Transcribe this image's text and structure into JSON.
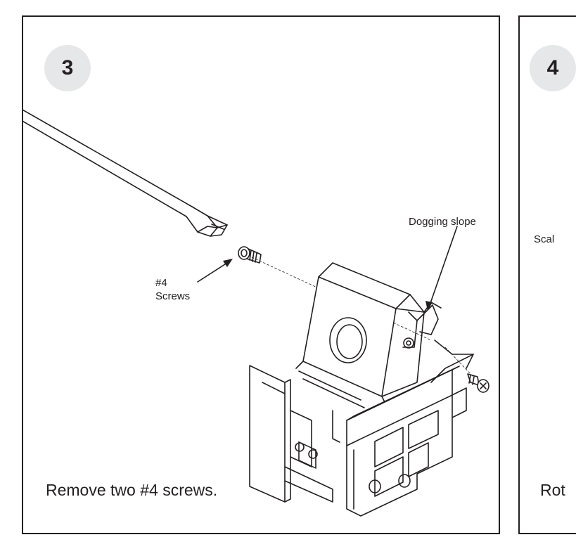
{
  "steps": [
    {
      "number": "3",
      "caption": "Remove two #4 screws.",
      "labels": {
        "dogging_slope": "Dogging slope",
        "screws_line1": "#4",
        "screws_line2": "Screws"
      }
    },
    {
      "number": "4",
      "caption": "Rot",
      "labels": {
        "partial_label": "Scal"
      }
    }
  ],
  "colors": {
    "line": "#231f20",
    "badge": "#e6e7e8"
  }
}
